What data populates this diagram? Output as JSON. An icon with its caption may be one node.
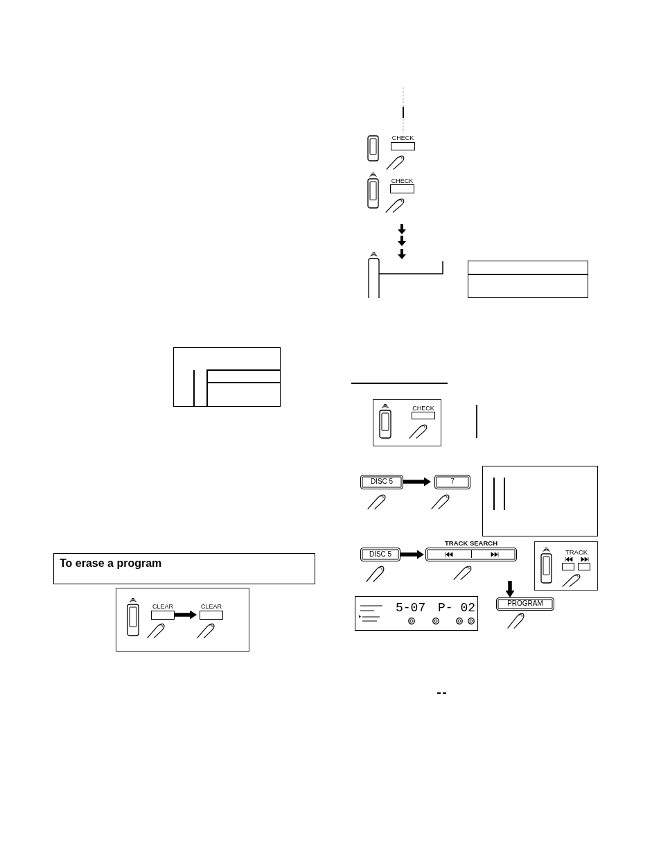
{
  "diagram": {
    "nodes": [
      {
        "text": [],
        "shape": "box"
      },
      {
        "text": [
          "To erase a program"
        ]
      },
      {
        "text": [],
        "shape": "box"
      },
      {
        "text": [
          "CLEAR"
        ],
        "in": 2
      },
      {
        "text": [
          "CLEAR"
        ],
        "in": 2
      },
      {
        "text": [
          "CHECK"
        ]
      },
      {
        "text": [
          "CHECK"
        ]
      },
      {
        "text": [],
        "shape": "box"
      },
      {
        "text": [],
        "shape": "box"
      },
      {
        "text": [
          "CHECK"
        ],
        "in": 8
      },
      {
        "text": [
          "DISC 5"
        ]
      },
      {
        "text": [
          "7"
        ]
      },
      {
        "text": [],
        "shape": "box"
      },
      {
        "text": [
          "DISC 5"
        ]
      },
      {
        "text": [
          "TRACK SEARCH"
        ]
      },
      {
        "text": [],
        "shape": "box"
      },
      {
        "text": [
          "TRACK"
        ],
        "in": 15
      },
      {
        "text": [
          "5-07",
          "P- 02"
        ]
      },
      {
        "text": [
          "PROGRAM"
        ]
      }
    ],
    "edges": [
      {
        "from": 3,
        "to": 4,
        "arrow": "to"
      },
      {
        "from": 10,
        "to": 11,
        "arrow": "to"
      },
      {
        "from": 13,
        "to": 14,
        "arrow": "to"
      },
      {
        "from": 14,
        "to": 18,
        "arrow": "to"
      }
    ]
  }
}
